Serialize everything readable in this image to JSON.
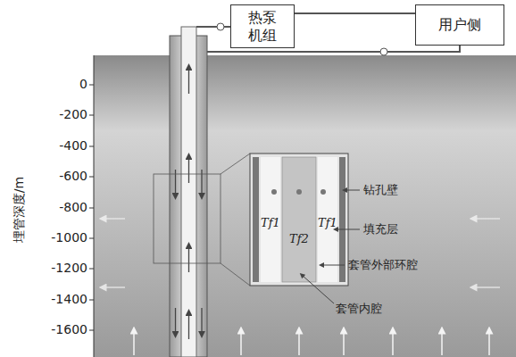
{
  "diagram": {
    "nodes": [
      {
        "text": [
          "热泵 机组"
        ]
      },
      {
        "text": [
          "用户侧"
        ]
      }
    ],
    "edges": [
      {
        "from": 0,
        "to": 1,
        "arrow": "none"
      }
    ],
    "labels": [
      "0",
      "-200",
      "-400",
      "-600",
      "-800",
      "-1000",
      "-1200",
      "-1400",
      "-1600",
      "埋管深度/m",
      "钻孔壁",
      "填充层",
      "套管外部环腔",
      "套管内腔",
      "Tf1",
      "Tf2",
      "Tf1"
    ]
  }
}
